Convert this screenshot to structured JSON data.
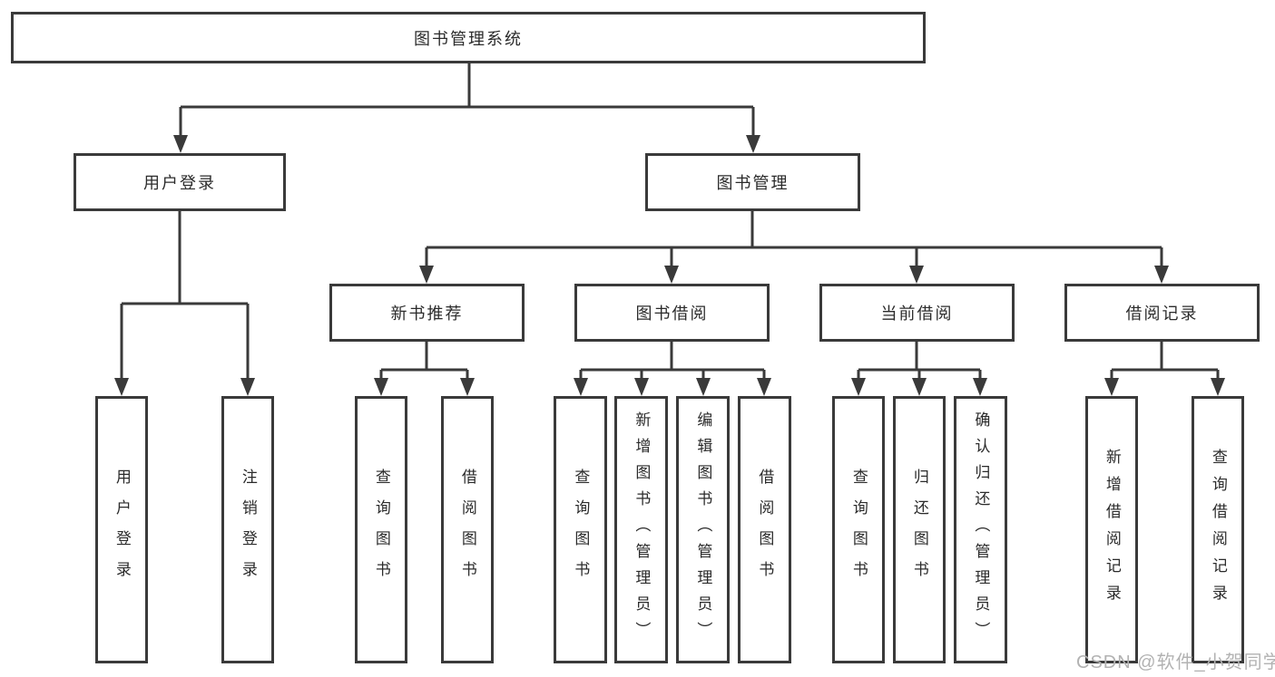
{
  "diagram": {
    "root": {
      "label": "图书管理系统"
    },
    "branches": [
      {
        "label": "用户登录",
        "children": [
          {
            "label": "用户登录"
          },
          {
            "label": "注销登录"
          }
        ]
      },
      {
        "label": "图书管理",
        "children": [
          {
            "label": "新书推荐",
            "children": [
              {
                "label": "查询图书"
              },
              {
                "label": "借阅图书"
              }
            ]
          },
          {
            "label": "图书借阅",
            "children": [
              {
                "label": "查询图书"
              },
              {
                "label": "新增图书（管理员）"
              },
              {
                "label": "编辑图书（管理员）"
              },
              {
                "label": "借阅图书"
              }
            ]
          },
          {
            "label": "当前借阅",
            "children": [
              {
                "label": "查询图书"
              },
              {
                "label": "归还图书"
              },
              {
                "label": "确认归还（管理员）"
              }
            ]
          },
          {
            "label": "借阅记录",
            "children": [
              {
                "label": "新增借阅记录"
              },
              {
                "label": "查询借阅记录"
              }
            ]
          }
        ]
      }
    ]
  },
  "watermark": {
    "text": "CSDN @软件_小贺同学"
  },
  "colors": {
    "line": "#3a3a3a",
    "text": "#2b2b2b",
    "watermark": "#b2b2b2",
    "background": "#ffffff"
  }
}
